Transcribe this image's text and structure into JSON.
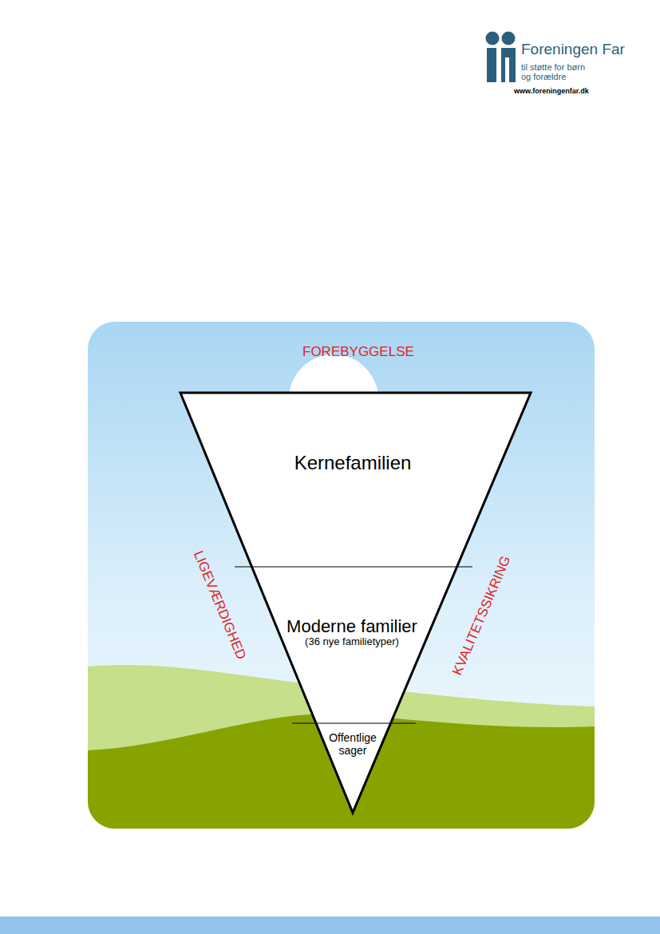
{
  "diagram": {
    "nodes": [
      {
        "text": [
          "Kernefamilien"
        ]
      },
      {
        "text": [
          "Moderne familier",
          "(36 nye familietyper)"
        ]
      },
      {
        "text": [
          "Offentlige sager"
        ]
      }
    ],
    "labels": [
      "Foreningen Far",
      "til støtte for børn",
      "og forældre",
      "www.foreningenfar.dk",
      "FOREBYGGELSE",
      "LIGEVÆRDIGHED",
      "KVALITETSSIKRING"
    ]
  }
}
